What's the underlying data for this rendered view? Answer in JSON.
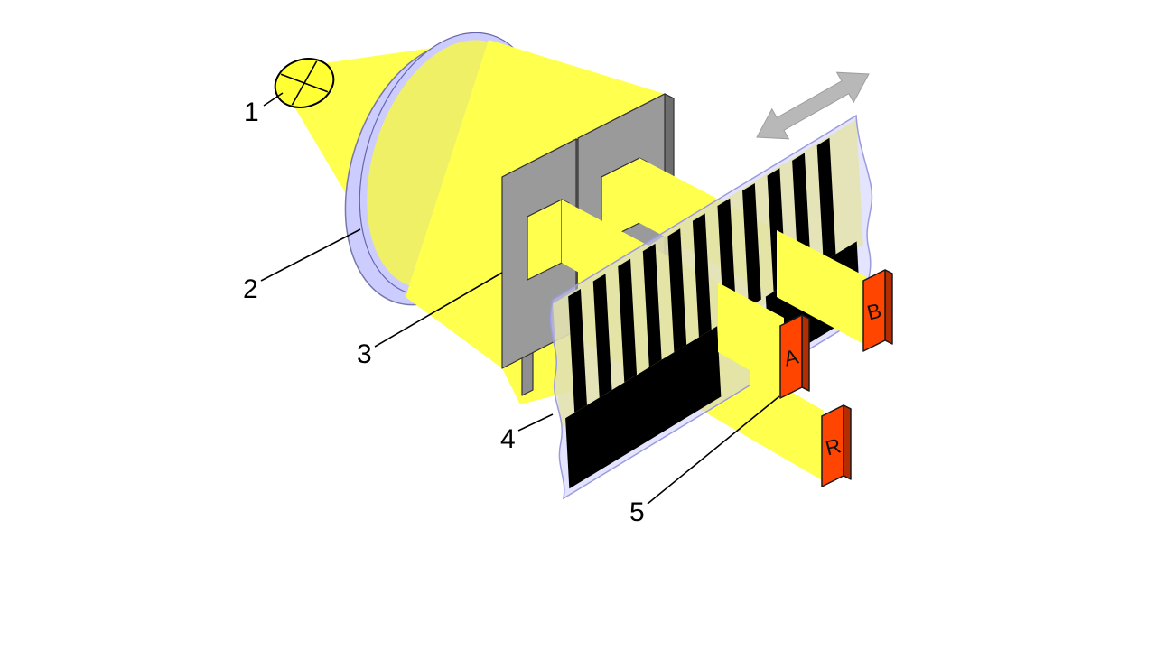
{
  "diagram": {
    "callouts": {
      "1": "1",
      "2": "2",
      "3": "3",
      "4": "4",
      "5": "5"
    },
    "detector_labels": {
      "a": "A",
      "b": "B",
      "r": "R"
    },
    "stripes": {
      "count": 11
    },
    "colors": {
      "light_yellow": "#ffff4d",
      "lens_lavender": "#ccccff",
      "mask_gray": "#9a9a9a",
      "detector_red": "#ff4500",
      "arrow_gray": "#b8b8b8",
      "stripe_black": "#000000"
    }
  }
}
